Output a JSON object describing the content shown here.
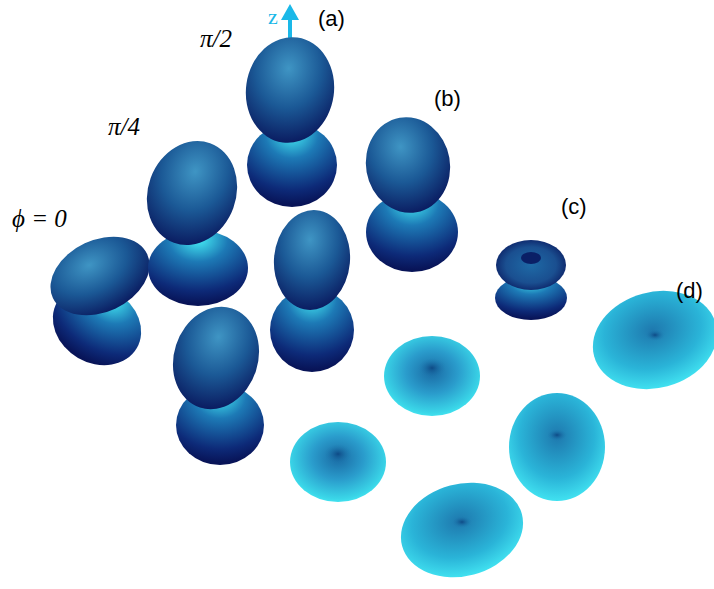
{
  "diagram": {
    "labels": [
      "ϕ = 0",
      "π/4",
      "π/2",
      "z",
      "(a)",
      "(b)",
      "(c)",
      "(d)"
    ]
  }
}
